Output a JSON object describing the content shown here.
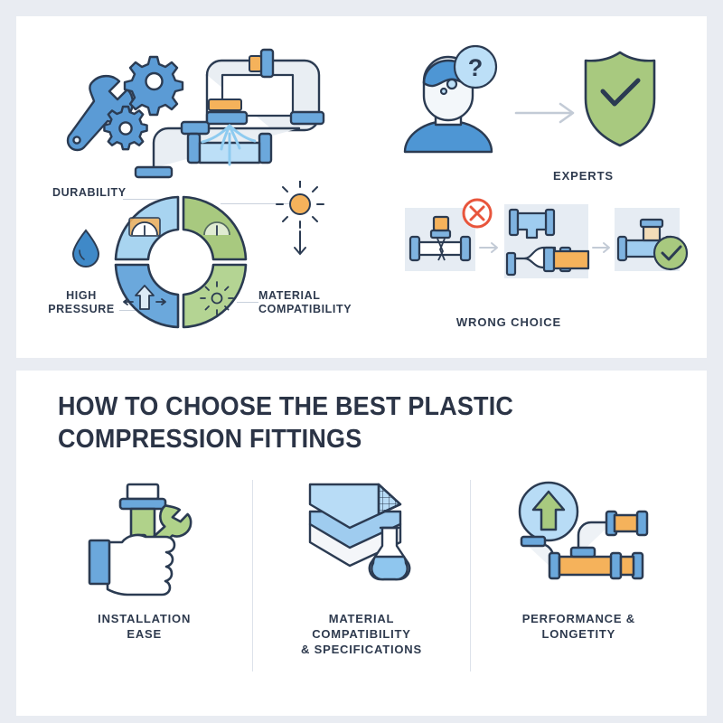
{
  "theme": {
    "page_bg": "#e9ecf2",
    "panel_bg": "#ffffff",
    "ink": "#2b3446",
    "blue_light": "#a8d4f0",
    "blue_mid": "#6ba8dc",
    "blue_deep": "#3f7fbe",
    "green": "#a8c97f",
    "green_light": "#bcd79a",
    "orange": "#f5b25b",
    "red": "#e8553c",
    "line": "#2b3b52",
    "leader": "#c9d1dc",
    "divider": "#dde2ea"
  },
  "top_panel": {
    "hero": {
      "name": "pipes-wrench-gears-illustration",
      "alt": "Wrench, gears and leaking compression-fitted pipe assembly"
    },
    "donut": {
      "name": "four-factor-donut-chart",
      "labels": {
        "durability": "DURABILITY",
        "high_pressure": "HIGH\nPRESSURE",
        "high_pressure_line1": "HIGH",
        "high_pressure_line2": "PRESSURE",
        "material": "MATERIAL\nCOMPATIBILITY",
        "material_line1": "MATERIAL",
        "material_line2": "COMPATIBILITY"
      },
      "side_icons": {
        "water_drop": "water-drop-icon",
        "sun_temperature": "sun-temperature-icon"
      }
    },
    "experts": {
      "caption": "EXPERTS",
      "person_icon": "person-thinking-icon",
      "thought_glyph": "?",
      "arrow_icon": "arrow-right-icon",
      "shield_icon": "shield-check-icon"
    },
    "wrong_choice": {
      "caption": "WRONG CHOICE",
      "steps": [
        {
          "name": "broken-fitting-step",
          "badge": "cross-badge-icon"
        },
        {
          "name": "fitting-parts-step",
          "badge": ""
        },
        {
          "name": "correct-fitting-step",
          "badge": "check-badge-icon"
        }
      ]
    }
  },
  "bottom_panel": {
    "title": "HOW TO CHOOSE THE BEST PLASTIC COMPRESSION FITTINGS",
    "columns": [
      {
        "icon": "hand-wrench-fitting-icon",
        "label_line1": "INSTALLATION",
        "label_line2": "EASE",
        "label_line3": ""
      },
      {
        "icon": "material-layers-flask-icon",
        "label_line1": "MATERIAL",
        "label_line2": "COMPATIBILITY",
        "label_line3": "& SPECIFICATIONS"
      },
      {
        "icon": "performance-arrow-pipes-icon",
        "label_line1": "PERFORMANCE &",
        "label_line2": "LONGETITY",
        "label_line3": ""
      }
    ]
  }
}
